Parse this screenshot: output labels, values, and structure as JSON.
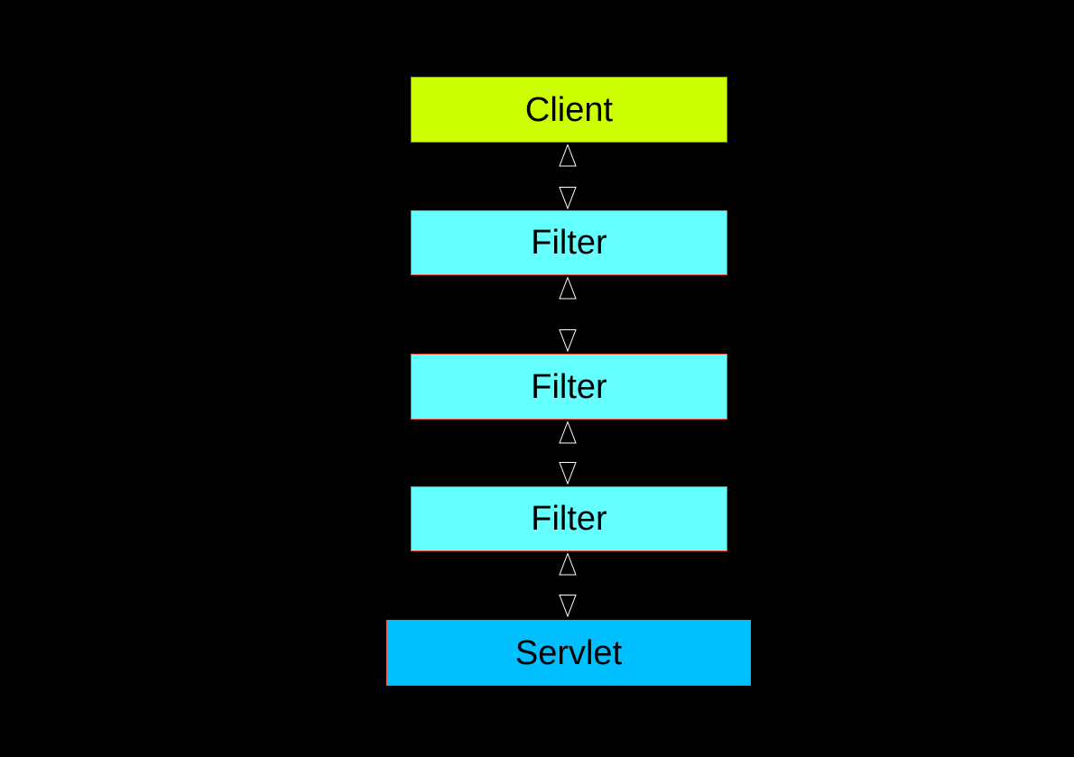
{
  "diagram": {
    "type": "flow-diagram",
    "colors": {
      "background": "#000000",
      "node_border": "#ee5f47",
      "node_text": "#000000",
      "arrow_outline": "#ffffff",
      "arrow_fill": "#000000",
      "client_fill": "#ccff00",
      "filter_fill": "#66ffff",
      "servlet_fill": "#00bfff"
    },
    "nodes": [
      {
        "id": "client",
        "label": "Client",
        "fill": "#ccff00"
      },
      {
        "id": "filter-1",
        "label": "Filter",
        "fill": "#66ffff"
      },
      {
        "id": "filter-2",
        "label": "Filter",
        "fill": "#66ffff"
      },
      {
        "id": "filter-3",
        "label": "Filter",
        "fill": "#66ffff"
      },
      {
        "id": "servlet",
        "label": "Servlet",
        "fill": "#00bfff"
      }
    ],
    "edges": [
      {
        "from": "client",
        "to": "filter-1",
        "direction": "bidirectional",
        "arrowheads": [
          "up",
          "down"
        ]
      },
      {
        "from": "filter-1",
        "to": "filter-2",
        "direction": "bidirectional",
        "arrowheads": [
          "up",
          "down"
        ]
      },
      {
        "from": "filter-2",
        "to": "filter-3",
        "direction": "bidirectional",
        "arrowheads": [
          "up",
          "down"
        ]
      },
      {
        "from": "filter-3",
        "to": "servlet",
        "direction": "bidirectional",
        "arrowheads": [
          "up",
          "down"
        ]
      }
    ]
  }
}
